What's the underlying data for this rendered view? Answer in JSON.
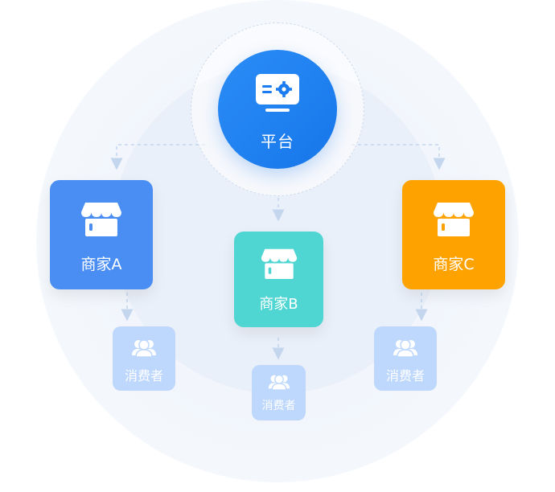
{
  "platform": {
    "label": "平台"
  },
  "merchants": [
    {
      "label": "商家A",
      "color": "#4a8ef3"
    },
    {
      "label": "商家B",
      "color": "#4fd6d3"
    },
    {
      "label": "商家C",
      "color": "#fea200"
    }
  ],
  "consumers": [
    {
      "label": "消费者"
    },
    {
      "label": "消费者"
    },
    {
      "label": "消费者"
    }
  ],
  "colors": {
    "platform_blue": "#1676ea",
    "consumer_bg": "#bdd7fd",
    "connector": "#c3d6ee"
  }
}
